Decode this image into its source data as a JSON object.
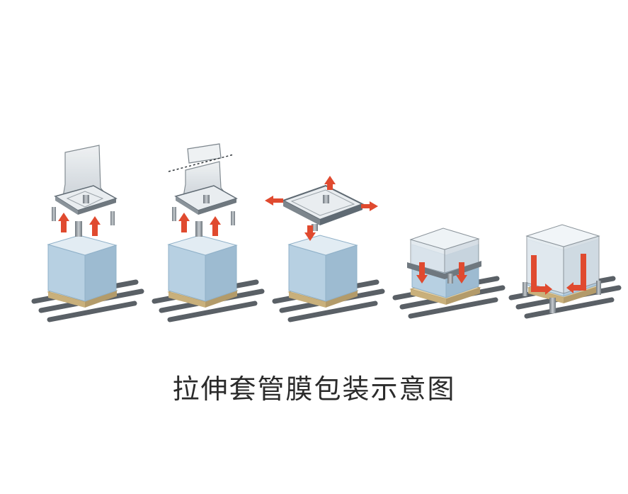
{
  "caption": "拉伸套管膜包装示意图",
  "steps": [
    {
      "id": "step-1",
      "action": "open-film"
    },
    {
      "id": "step-2",
      "action": "cut-film"
    },
    {
      "id": "step-3",
      "action": "stretch-film"
    },
    {
      "id": "step-4",
      "action": "lower-film"
    },
    {
      "id": "step-5",
      "action": "release-film"
    }
  ],
  "colors": {
    "box_top": "#e2ecf3",
    "box_left": "#b7d0e2",
    "box_right": "#9dbbd1",
    "film": "#d9dde1",
    "frame": "#5f6a73",
    "arrow": "#e04a2f",
    "pallet_wood": "#e2cfa4",
    "rail": "#5a6066"
  }
}
